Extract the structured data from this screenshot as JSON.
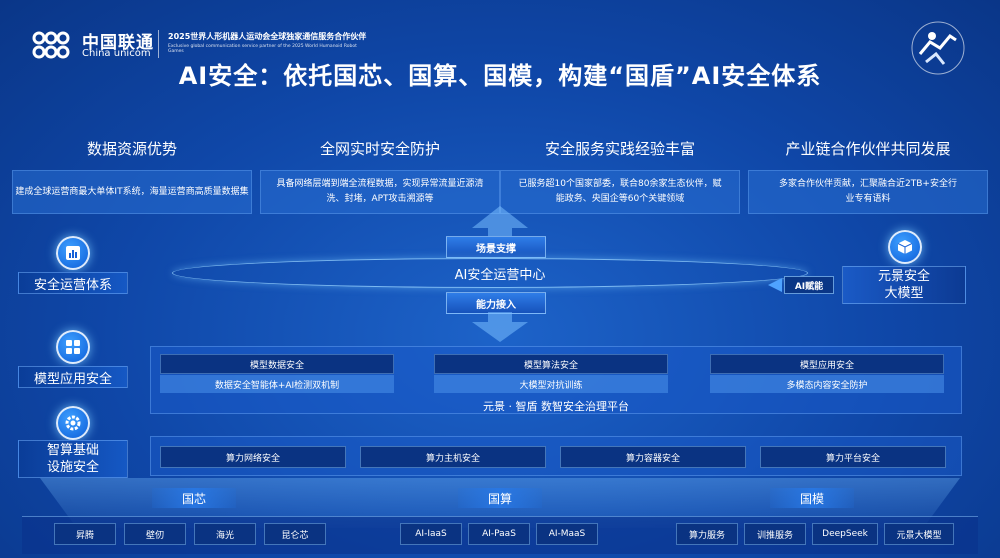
{
  "header": {
    "brand_cn": "中国联通",
    "brand_en": "China unicom",
    "partner_cn": "2025世界人形机器人运动会全球独家通信服务合作伙伴",
    "partner_en": "Exclusive global communication service partner of the 2025 World Humanoid Robot Games"
  },
  "title": "AI安全：依托国芯、国算、国模，构建“国盾”AI安全体系",
  "pillars": [
    {
      "title": "数据资源优势",
      "text": "建成全球运营商最大单体IT系统，海量运营商高质量数据集"
    },
    {
      "title": "全网实时安全防护",
      "text": "具备网络层端到端全流程数据，实现异常流量近源清洗、封堵，APT攻击溯源等"
    },
    {
      "title": "安全服务实践经验丰富",
      "text": "已服务超10个国家部委，联合80余家生态伙伴，赋能政务、央国企等60个关键领域"
    },
    {
      "title": "产业链合作伙伴共同发展",
      "text": "多家合作伙伴贡献，汇聚融合近2TB+安全行业专有语料"
    }
  ],
  "rows": {
    "ops": "安全运营体系",
    "model_app": "模型应用安全",
    "compute_infra_1": "智算基础",
    "compute_infra_2": "设施安全"
  },
  "center": {
    "scene_support": "场景支撑",
    "ops_center": "AI安全运营中心",
    "capability_access": "能力接入",
    "ai_empower": "AI赋能",
    "model_line1": "元景安全",
    "model_line2": "大模型"
  },
  "model_security": [
    {
      "head": "模型数据安全",
      "sub": "数据安全智能体+AI检测双机制"
    },
    {
      "head": "模型算法安全",
      "sub": "大模型对抗训练"
    },
    {
      "head": "模型应用安全",
      "sub": "多模态内容安全防护"
    }
  ],
  "platform": "元景 · 智盾 数智安全治理平台",
  "compute_security": [
    "算力网络安全",
    "算力主机安全",
    "算力容器安全",
    "算力平台安全"
  ],
  "base_categories": [
    "国芯",
    "国算",
    "国模"
  ],
  "base_items": {
    "chips": [
      "昇腾",
      "壁仞",
      "海光",
      "昆仑芯"
    ],
    "compute": [
      "AI-IaaS",
      "AI-PaaS",
      "AI-MaaS"
    ],
    "models": [
      "算力服务",
      "训推服务",
      "DeepSeek",
      "元景大模型"
    ]
  }
}
